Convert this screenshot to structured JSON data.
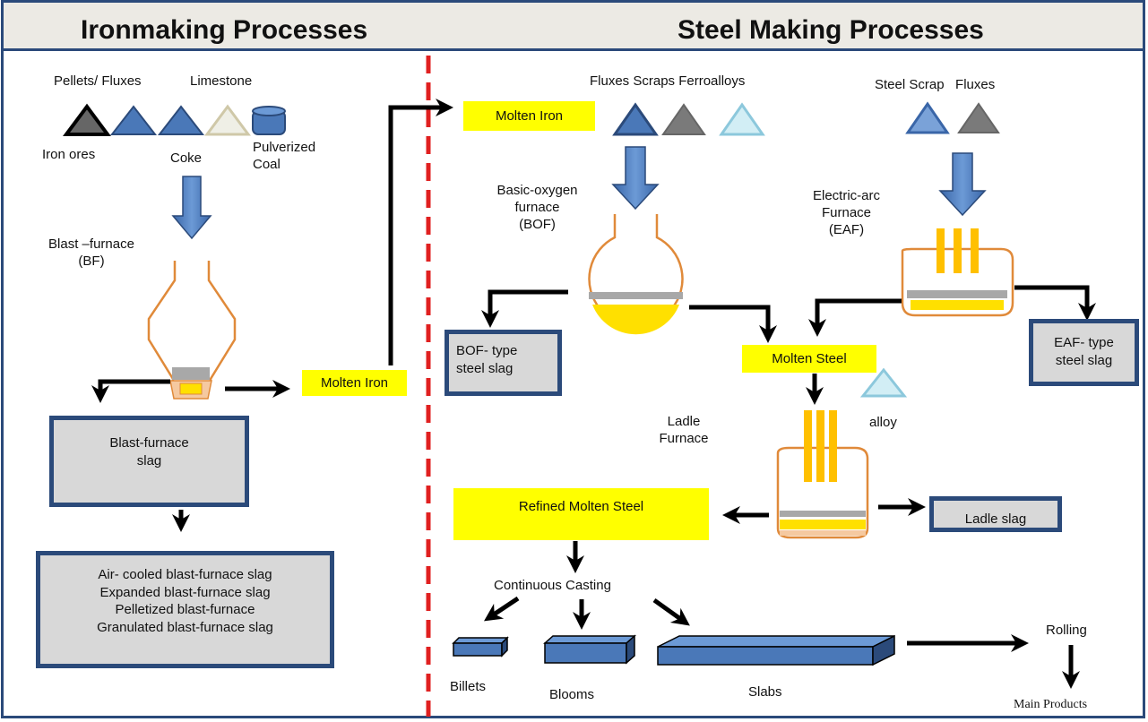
{
  "header": {
    "left_title": "Ironmaking Processes",
    "right_title": "Steel Making Processes"
  },
  "iron": {
    "pellets_fluxes": "Pellets/ Fluxes",
    "limestone": "Limestone",
    "iron_ores": "Iron ores",
    "coke": "Coke",
    "pulverized_coal": "Pulverized\nCoal",
    "blast_furnace": "Blast –furnace\n(BF)",
    "molten_iron": "Molten Iron",
    "bf_slag": "Blast-furnace\nslag",
    "slag_types": [
      "Air- cooled blast-furnace slag",
      "Expanded blast-furnace slag",
      "Pelletized blast-furnace",
      "Granulated blast-furnace slag"
    ]
  },
  "steel": {
    "molten_iron": "Molten Iron",
    "bof_inputs": "Fluxes Scraps Ferroalloys",
    "eaf_inputs": "Steel Scrap   Fluxes",
    "bof": "Basic-oxygen\nfurnace\n(BOF)",
    "eaf": "Electric-arc\nFurnace\n(EAF)",
    "bof_slag": "BOF- type\nsteel slag",
    "eaf_slag": "EAF- type\nsteel slag",
    "molten_steel": "Molten Steel",
    "alloy": "alloy",
    "ladle_furnace": "Ladle\nFurnace",
    "refined": "Refined Molten Steel",
    "ladle_slag": "Ladle slag",
    "continuous_casting": "Continuous Casting",
    "billets": "Billets",
    "blooms": "Blooms",
    "slabs": "Slabs",
    "rolling": "Rolling",
    "main_products": "Main Products"
  },
  "colors": {
    "frame": "#2b4a7a",
    "arrow_blue": "#4a78b8",
    "highlight": "#ffff00",
    "furnace_outline": "#e08a3a",
    "slag_box_fill": "#d8d8d8",
    "divider": "#e02020"
  }
}
